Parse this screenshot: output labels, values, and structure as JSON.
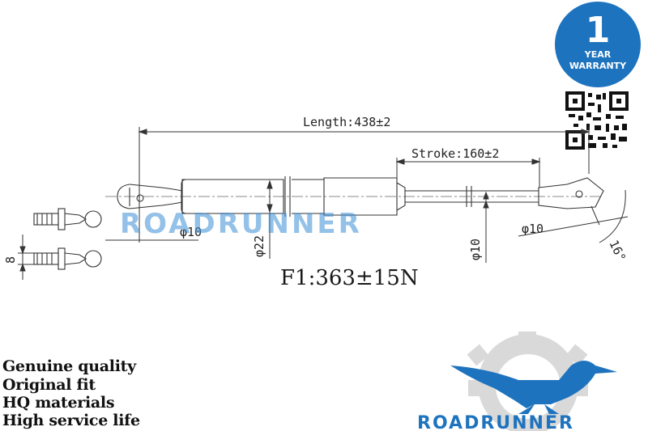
{
  "warranty": {
    "number": "1",
    "line1": "YEAR",
    "line2": "WARRANTY",
    "color": "#1e73be"
  },
  "dimensions": {
    "length": "Length:438±2",
    "stroke": "Stroke:160±2",
    "rod_dia_left": "φ10",
    "body_dia": "φ22",
    "rod_dia": "φ10",
    "end_dia": "φ10",
    "angle": "16°",
    "width": "8"
  },
  "force": "F1:363±15N",
  "watermark": "ROADRUNNER",
  "features": [
    "Genuine quality",
    "Original fit",
    "HQ materials",
    "High service life"
  ],
  "logo": {
    "word": "ROADRUNNER",
    "brand_color": "#1e73be",
    "gear_color": "#d8d8d8"
  }
}
